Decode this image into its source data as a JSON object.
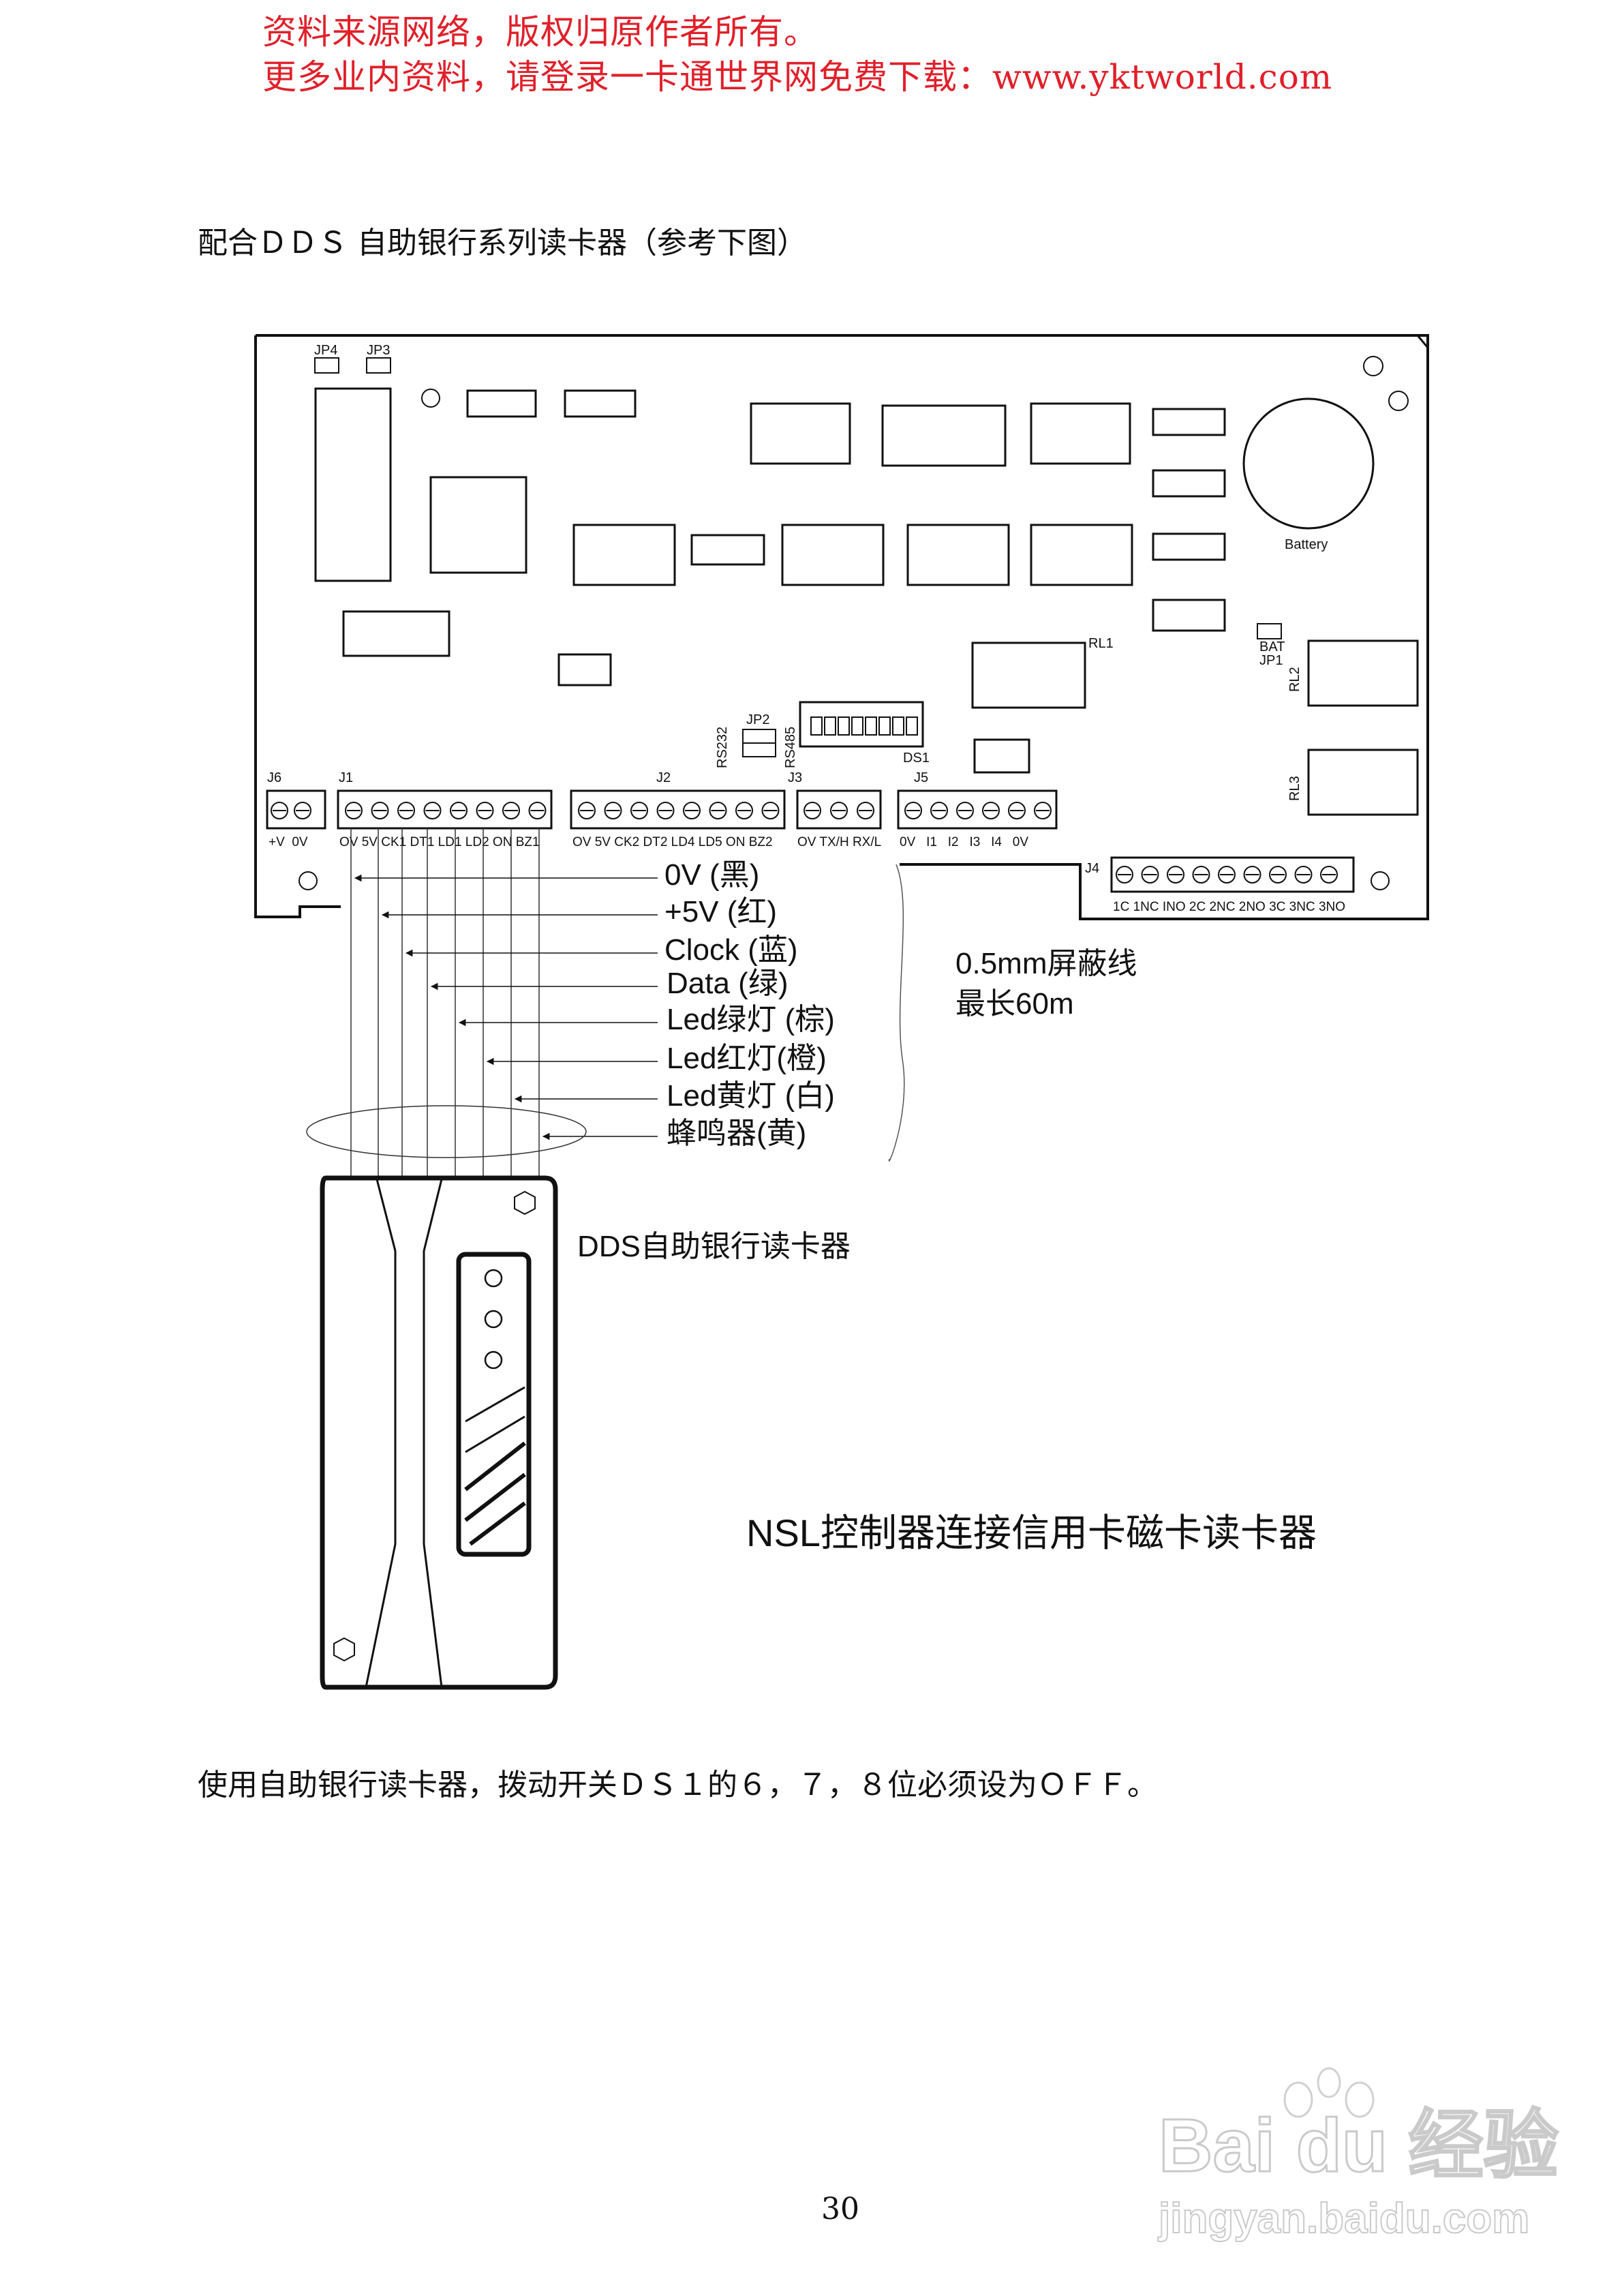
{
  "header": {
    "line1": "资料来源网络，版权归原作者所有。",
    "line2": "更多业内资料，请登录一卡通世界网免费下载：www.yktworld.com"
  },
  "intro": "配合ＤＤＳ 自助银行系列读卡器（参考下图）",
  "board": {
    "jumpers": [
      "JP4",
      "JP3"
    ],
    "battery": "Battery",
    "bat": "BAT",
    "jp1": "JP1",
    "relays": [
      "RL1",
      "RL2",
      "RL3"
    ],
    "jp2": "JP2",
    "rs232": "RS232",
    "rs485": "RS485",
    "ds1": "DS1",
    "connectors": {
      "J6": {
        "name": "J6",
        "pins": "+V  0V"
      },
      "J1": {
        "name": "J1",
        "pins": "OV 5V CK1 DT1 LD1 LD2 ON BZ1"
      },
      "J2": {
        "name": "J2",
        "pins": "OV 5V CK2 DT2 LD4 LD5 ON BZ2"
      },
      "J3": {
        "name": "J3",
        "pins": "OV TX/H RX/L"
      },
      "J5": {
        "name": "J5",
        "pins": "0V   I1   I2   I3   I4   0V"
      },
      "J4": {
        "name": "J4",
        "pins": "1C 1NC INO 2C 2NC 2NO 3C 3NC 3NO"
      }
    }
  },
  "wires": [
    "0V (黑)",
    "+5V (红)",
    "Clock (蓝)",
    "Data (绿)",
    "Led绿灯 (棕)",
    "Led红灯(橙)",
    "Led黄灯 (白)",
    "蜂鸣器(黄)"
  ],
  "cable": {
    "line1": "0.5mm屏蔽线",
    "line2": "最长60m"
  },
  "reader_label": "DDS自助银行读卡器",
  "caption": "NSL控制器连接信用卡磁卡读卡器",
  "footer": "使用自助银行读卡器，拨动开关ＤＳ１的６，７，８位必须设为ＯＦＦ。",
  "page_number": "30",
  "watermark": {
    "logo": "Bai du 经验",
    "url": "jingyan.baidu.com"
  }
}
